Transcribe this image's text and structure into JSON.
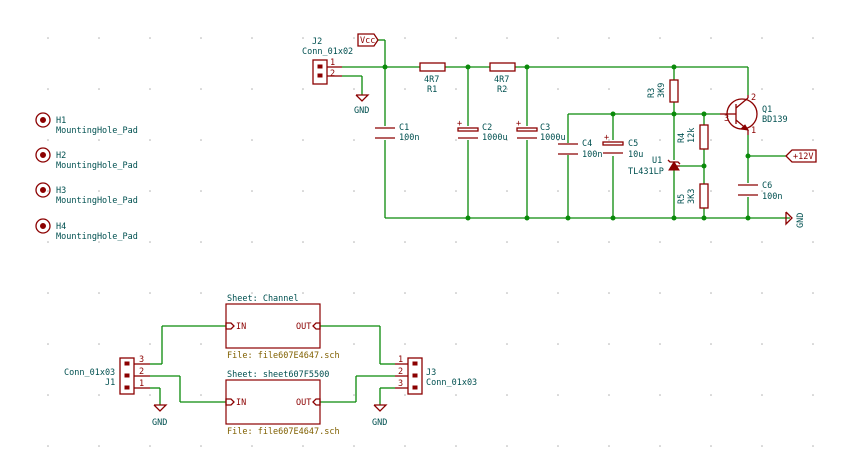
{
  "mounting_holes": [
    {
      "ref": "H1",
      "value": "MountingHole_Pad"
    },
    {
      "ref": "H2",
      "value": "MountingHole_Pad"
    },
    {
      "ref": "H3",
      "value": "MountingHole_Pad"
    },
    {
      "ref": "H4",
      "value": "MountingHole_Pad"
    }
  ],
  "j2": {
    "ref": "J2",
    "value": "Conn_01x02",
    "pin1": "1",
    "pin2": "2"
  },
  "power": {
    "vcc": "Vcc",
    "gnd": "GND",
    "plus12v": "+12V"
  },
  "r1": {
    "ref": "R1",
    "value": "4R7"
  },
  "r2": {
    "ref": "R2",
    "value": "4R7"
  },
  "r3": {
    "ref": "R3",
    "value": "3K9"
  },
  "r4": {
    "ref": "R4",
    "value": "12k"
  },
  "r5": {
    "ref": "R5",
    "value": "3K3"
  },
  "c1": {
    "ref": "C1",
    "value": "100n"
  },
  "c2": {
    "ref": "C2",
    "value": "1000u"
  },
  "c3": {
    "ref": "C3",
    "value": "1000u"
  },
  "c4": {
    "ref": "C4",
    "value": "100n"
  },
  "c5": {
    "ref": "C5",
    "value": "10u"
  },
  "c6": {
    "ref": "C6",
    "value": "100n"
  },
  "u1": {
    "ref": "U1",
    "value": "TL431LP"
  },
  "q1": {
    "ref": "Q1",
    "value": "BD139",
    "pin1": "1",
    "pin2": "2",
    "pin3": "3"
  },
  "sheet1": {
    "name": "Sheet: Channel",
    "file": "File: file607E4647.sch",
    "in": "IN",
    "out": "OUT"
  },
  "sheet2": {
    "name": "Sheet: sheet607F5500",
    "file": "File: file607E4647.sch",
    "in": "IN",
    "out": "OUT"
  },
  "j1": {
    "ref": "J1",
    "value": "Conn_01x03",
    "pin1": "1",
    "pin2": "2",
    "pin3": "3"
  },
  "j3": {
    "ref": "J3",
    "value": "Conn_01x03",
    "pin1": "1",
    "pin2": "2",
    "pin3": "3"
  }
}
